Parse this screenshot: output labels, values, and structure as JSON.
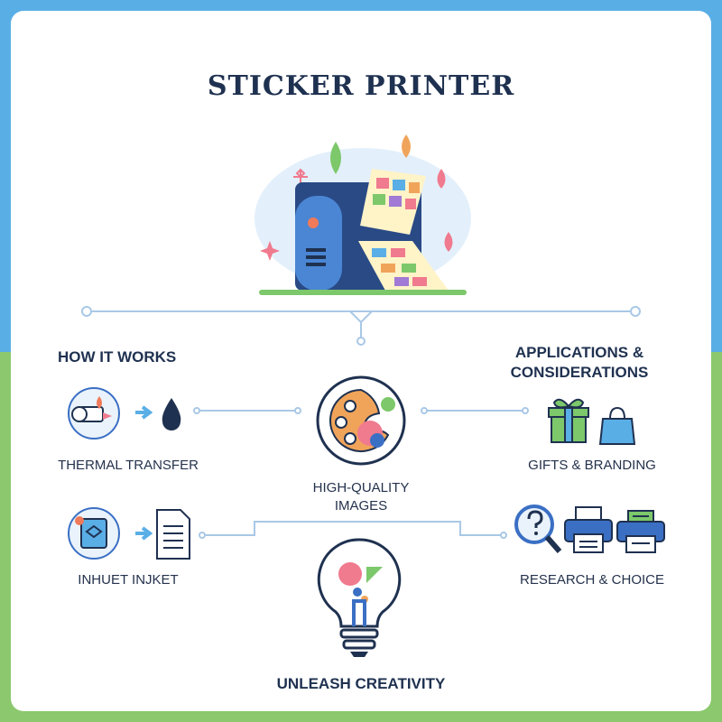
{
  "title": "STICKER PRINTER",
  "left_section": {
    "heading": "HOW IT WORKS",
    "item1": "THERMAL TRANSFER",
    "item2": "INHUET INJKET"
  },
  "center": {
    "item1": [
      "HIGH-QUALITY",
      "IMAGES"
    ],
    "item2": "UNLEASH CREATIVITY"
  },
  "right_section": {
    "heading": [
      "APPLICATIONS &",
      "CONSIDERATIONS"
    ],
    "item1": "GIFTS & BRANDING",
    "item2": "RESEARCH & CHOICE"
  },
  "colors": {
    "top_band": "#5aaee6",
    "bottom_band": "#8cc86e",
    "text": "#1f3150",
    "connector": "#a9c8e6",
    "printer": "#3a6fc4"
  },
  "icons": [
    "sticker-printer-icon",
    "thermal-roll-icon",
    "ink-drop-icon",
    "palette-icon",
    "inkjet-icon",
    "document-icon",
    "lightbulb-icon",
    "gift-icon",
    "shopping-bag-icon",
    "magnifier-icon",
    "printer-icon"
  ]
}
